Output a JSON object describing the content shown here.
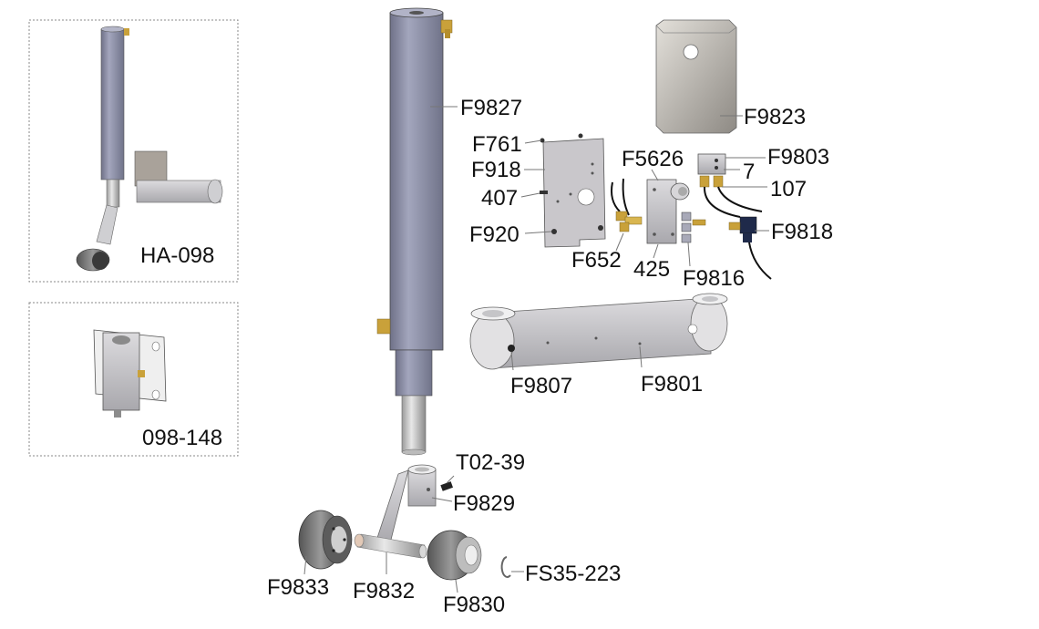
{
  "insets": {
    "top_label": "HA-098",
    "bottom_label": "098-148"
  },
  "labels": {
    "cylinder": "F9827",
    "cover": "F9823",
    "p_f761": "F761",
    "p_f918": "F918",
    "p_407": "407",
    "p_f920": "F920",
    "p_f652": "F652",
    "p_f5626": "F5626",
    "p_425": "425",
    "p_f9816": "F9816",
    "p_f9803": "F9803",
    "p_7": "7",
    "p_107": "107",
    "p_f9818": "F9818",
    "arm_bolt": "F9807",
    "arm": "F9801",
    "set_screw": "T02-39",
    "fork": "F9829",
    "wheel_left": "F9833",
    "axle": "F9832",
    "wheel_right": "F9830",
    "snap_ring": "FS35-223"
  },
  "colors": {
    "cylinder": "#8e91a8",
    "metal": "#c4c3c6",
    "dark": "#333333",
    "brass": "#c9a13a"
  }
}
